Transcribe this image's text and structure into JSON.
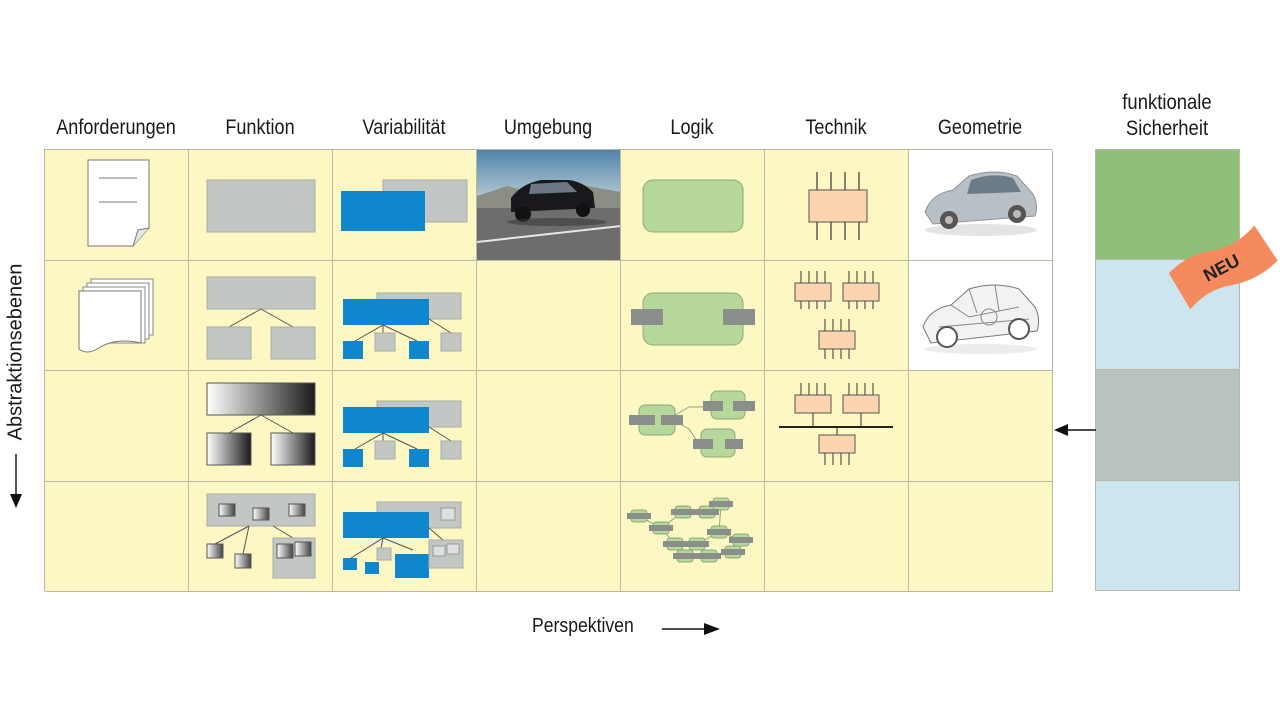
{
  "headers": [
    "Anforderungen",
    "Funktion",
    "Variabilität",
    "Umgebung",
    "Logik",
    "Technik",
    "Geometrie"
  ],
  "row_axis_label": "Abstraktionsebenen",
  "column_axis_label": "Perspektiven",
  "safety": {
    "title": "funktionale Sicherheit",
    "badge": "NEU"
  },
  "colors": {
    "cell": "#fdf7c3",
    "grey": "#c2c7c4",
    "blue": "#0f86cd",
    "green": "#b7d89b",
    "orange_chip": "#fbd4b0",
    "safety_green": "#8fc07a",
    "safety_blue": "#cde5ef",
    "safety_grey": "#b9c2bd",
    "badge": "#f58a5f"
  },
  "icons": {
    "anforderungen": [
      "document-icon",
      "document-stack-icon",
      "",
      ""
    ],
    "funktion": [
      "function-block-icon",
      "function-hierarchy-icon",
      "gradient-hierarchy-icon",
      "component-hierarchy-icon"
    ],
    "variabilitaet": [
      "variant-blocks-icon",
      "variant-hierarchy-icon",
      "variant-hierarchy-icon",
      "variant-detail-icon"
    ],
    "umgebung": [
      "car-road-photo",
      "",
      "",
      ""
    ],
    "logik": [
      "logic-block-icon",
      "logic-ports-icon",
      "logic-network-icon",
      "logic-mesh-icon"
    ],
    "technik": [
      "chip-icon",
      "chip-group-icon",
      "chip-bus-icon",
      ""
    ],
    "geometrie": [
      "car-model-render",
      "car-wireframe-render",
      "",
      ""
    ]
  }
}
